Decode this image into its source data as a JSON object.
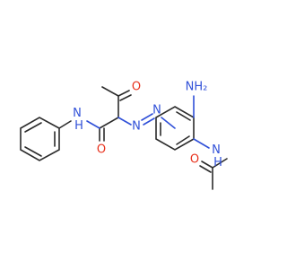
{
  "molecule": {
    "colors": {
      "bond": "#2b2b2b",
      "nitrogen": "#3050d8",
      "oxygen": "#e8321d"
    },
    "labels": {
      "oxygen_ketone": "O",
      "nh_anilide": "N\nH",
      "oxygen_amide": "O",
      "azo_n1": "N",
      "azo_n2": "N",
      "amino": "NH₂",
      "nh_acetamide": "N\nH",
      "oxygen_acetamide": "O"
    }
  }
}
